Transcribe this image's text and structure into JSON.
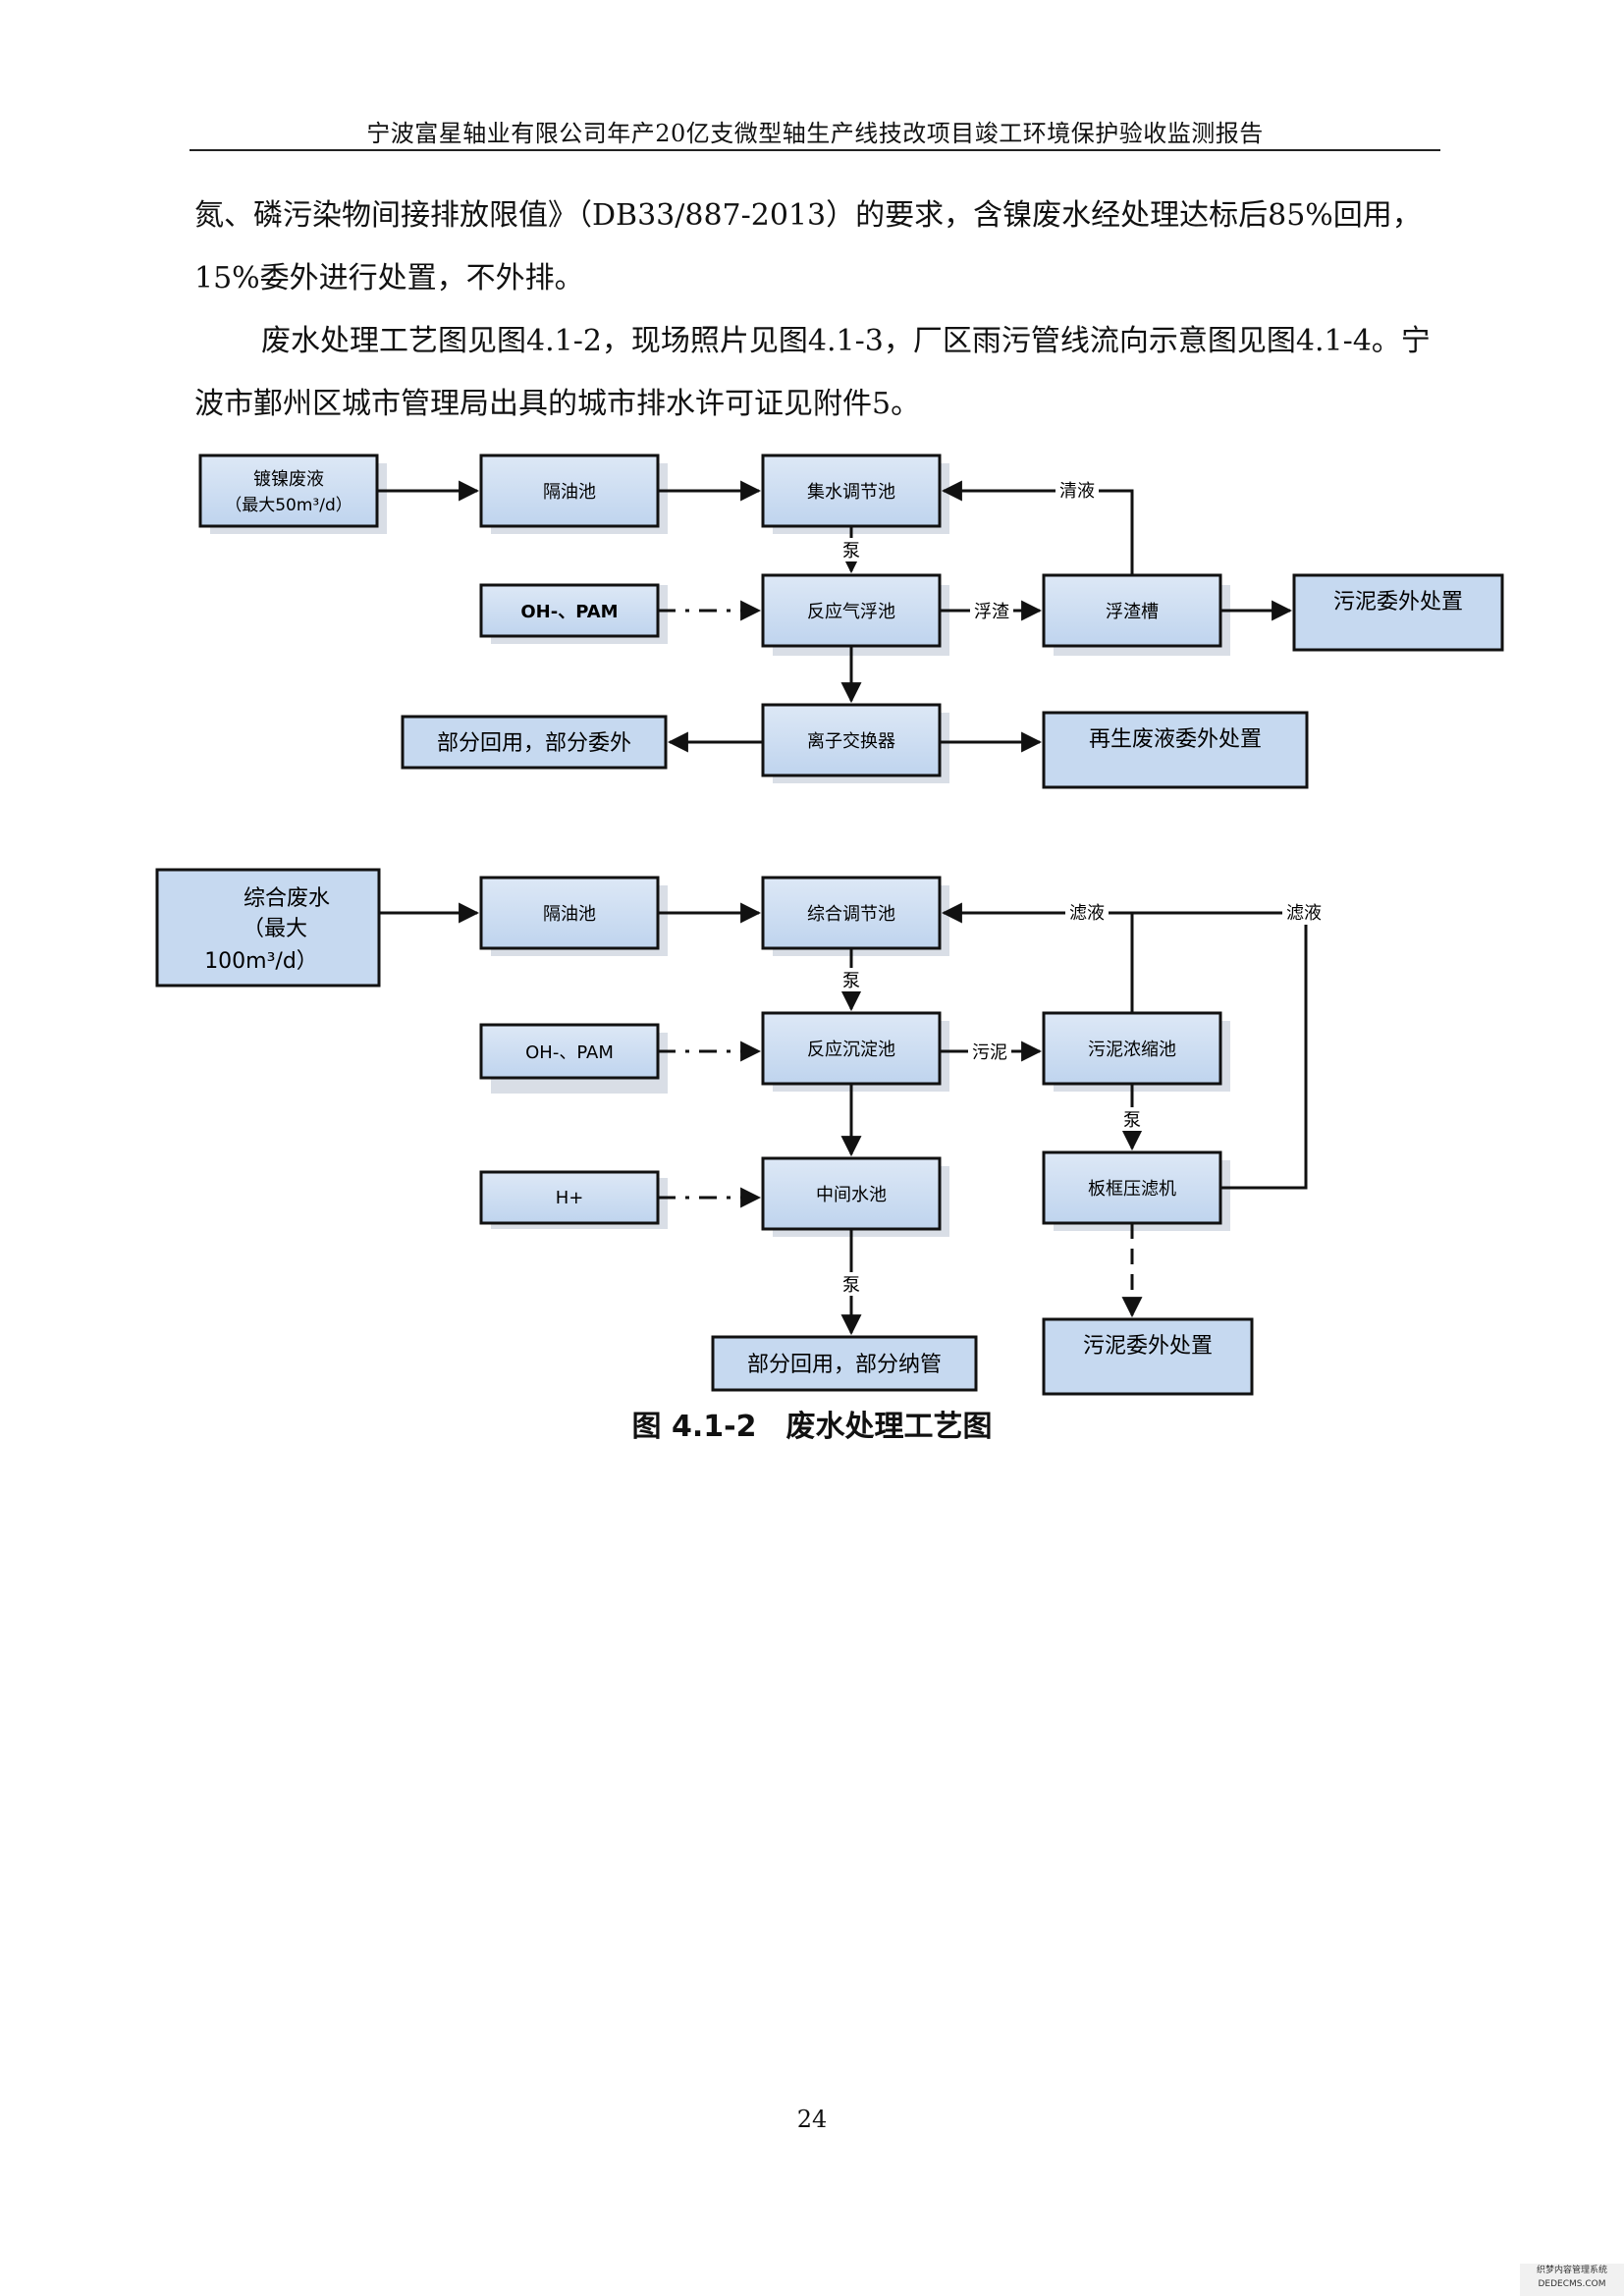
{
  "header": {
    "title": "宁波富星轴业有限公司年产20亿支微型轴生产线技改项目竣工环境保护验收监测报告"
  },
  "body": {
    "para1": "氮、磷污染物间接排放限值》（DB33/887-2013）的要求，含镍废水经处理达标后85%回用，15%委外进行处置，不外排。",
    "para2": "废水处理工艺图见图4.1-2，现场照片见图4.1-3，厂区雨污管线流向示意图见图4.1-4。宁波市鄞州区城市管理局出具的城市排水许可证见附件5。"
  },
  "diagram": {
    "top": {
      "source_line1": "镀镍废液",
      "source_line2": "（最大50m³/d）",
      "oil_separator": "隔油池",
      "collection_tank": "集水调节池",
      "clear_liquid": "清液",
      "pump": "泵",
      "chemicals": "OH-、PAM",
      "reaction_flotation": "反应气浮池",
      "scum_label": "浮渣",
      "scum_tank": "浮渣槽",
      "sludge_outsource": "污泥委外处置",
      "reuse": "部分回用，部分委外",
      "ion_exchanger": "离子交换器",
      "regen_outsource": "再生废液委外处置"
    },
    "bottom": {
      "source_line1": "综合废水",
      "source_line2": "（最大",
      "source_line3": "100m³/d）",
      "oil_separator": "隔油池",
      "regulating_tank": "综合调节池",
      "filtrate_a": "滤液",
      "filtrate_b": "滤液",
      "pump1": "泵",
      "chemicals": "OH-、PAM",
      "reaction_sedimentation": "反应沉淀池",
      "sludge_label": "污泥",
      "sludge_thickener": "污泥浓缩池",
      "pump2": "泵",
      "acid": "H+",
      "intermediate_tank": "中间水池",
      "filter_press": "板框压滤机",
      "pump3": "泵",
      "reuse_discharge": "部分回用，部分纳管",
      "sludge_outsource": "污泥委外处置"
    }
  },
  "caption": "图 4.1-2　废水处理工艺图",
  "page_number": "24",
  "watermark": {
    "line1": "织梦内容管理系统",
    "line2": "DEDECMS.COM"
  },
  "colors": {
    "box_fill": "#c5d9f1",
    "box_stroke": "#111111",
    "shadow": "#d7dde6",
    "arrow": "#111111"
  }
}
